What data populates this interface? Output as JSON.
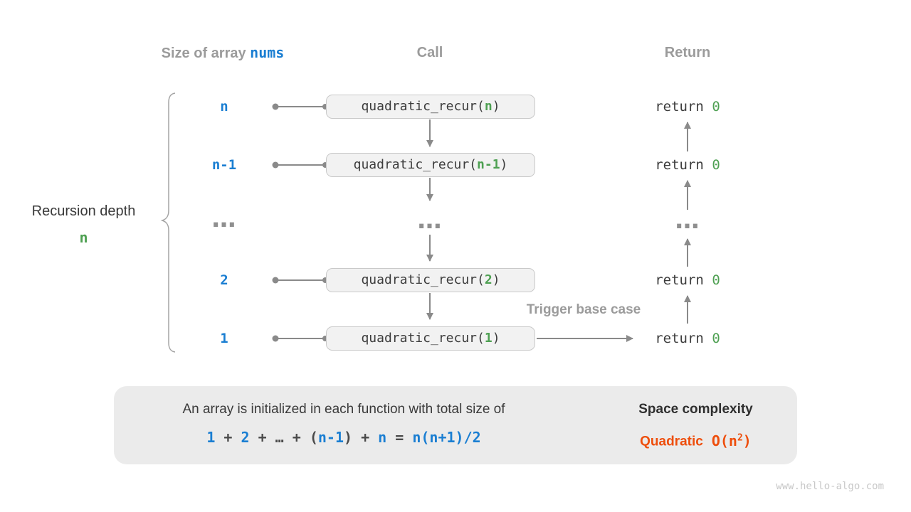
{
  "colors": {
    "blue": "#1a7ed2",
    "green": "#4ea052",
    "orange": "#ee4e0c",
    "gray_heading": "#9b9b9b",
    "dark_text": "#3a3a3a",
    "arrow_gray": "#8a8a8a",
    "box_fill": "#f2f2f2",
    "summary_fill": "#ebebeb"
  },
  "headers": {
    "size_prefix": "Size of array ",
    "size_code": "nums",
    "call": "Call",
    "ret": "Return"
  },
  "recursion_label": {
    "text": "Recursion depth",
    "depth": "n"
  },
  "rows": [
    {
      "size": "n",
      "arg": "n"
    },
    {
      "size": "n-1",
      "arg": "n-1"
    },
    {
      "size": "…",
      "call": "…",
      "ret": "…"
    },
    {
      "size": "2",
      "arg": "2"
    },
    {
      "size": "1",
      "arg": "1"
    }
  ],
  "call_box": {
    "prefix": "quadratic_recur(",
    "suffix": ")"
  },
  "return_item": {
    "keyword": "return ",
    "value": "0"
  },
  "trigger_label": "Trigger base case",
  "summary": {
    "line1": "An array is initialized in each function with total size of",
    "formula": {
      "n1": "1",
      "plus1": " + ",
      "n2": "2",
      "plus2": " + ",
      "ellipsis": "…",
      "plus3": " + ",
      "lparen": "(",
      "nminus1": "n-1",
      "rparen": ")",
      "plus4": " + ",
      "n": "n",
      "equals": " = ",
      "result": "n(n+1)/2"
    },
    "space_title": "Space complexity",
    "space_class": "Quadratic",
    "big_o_open": "O(n",
    "big_o_exp": "2",
    "big_o_close": ")"
  },
  "watermark": "www.hello-algo.com"
}
